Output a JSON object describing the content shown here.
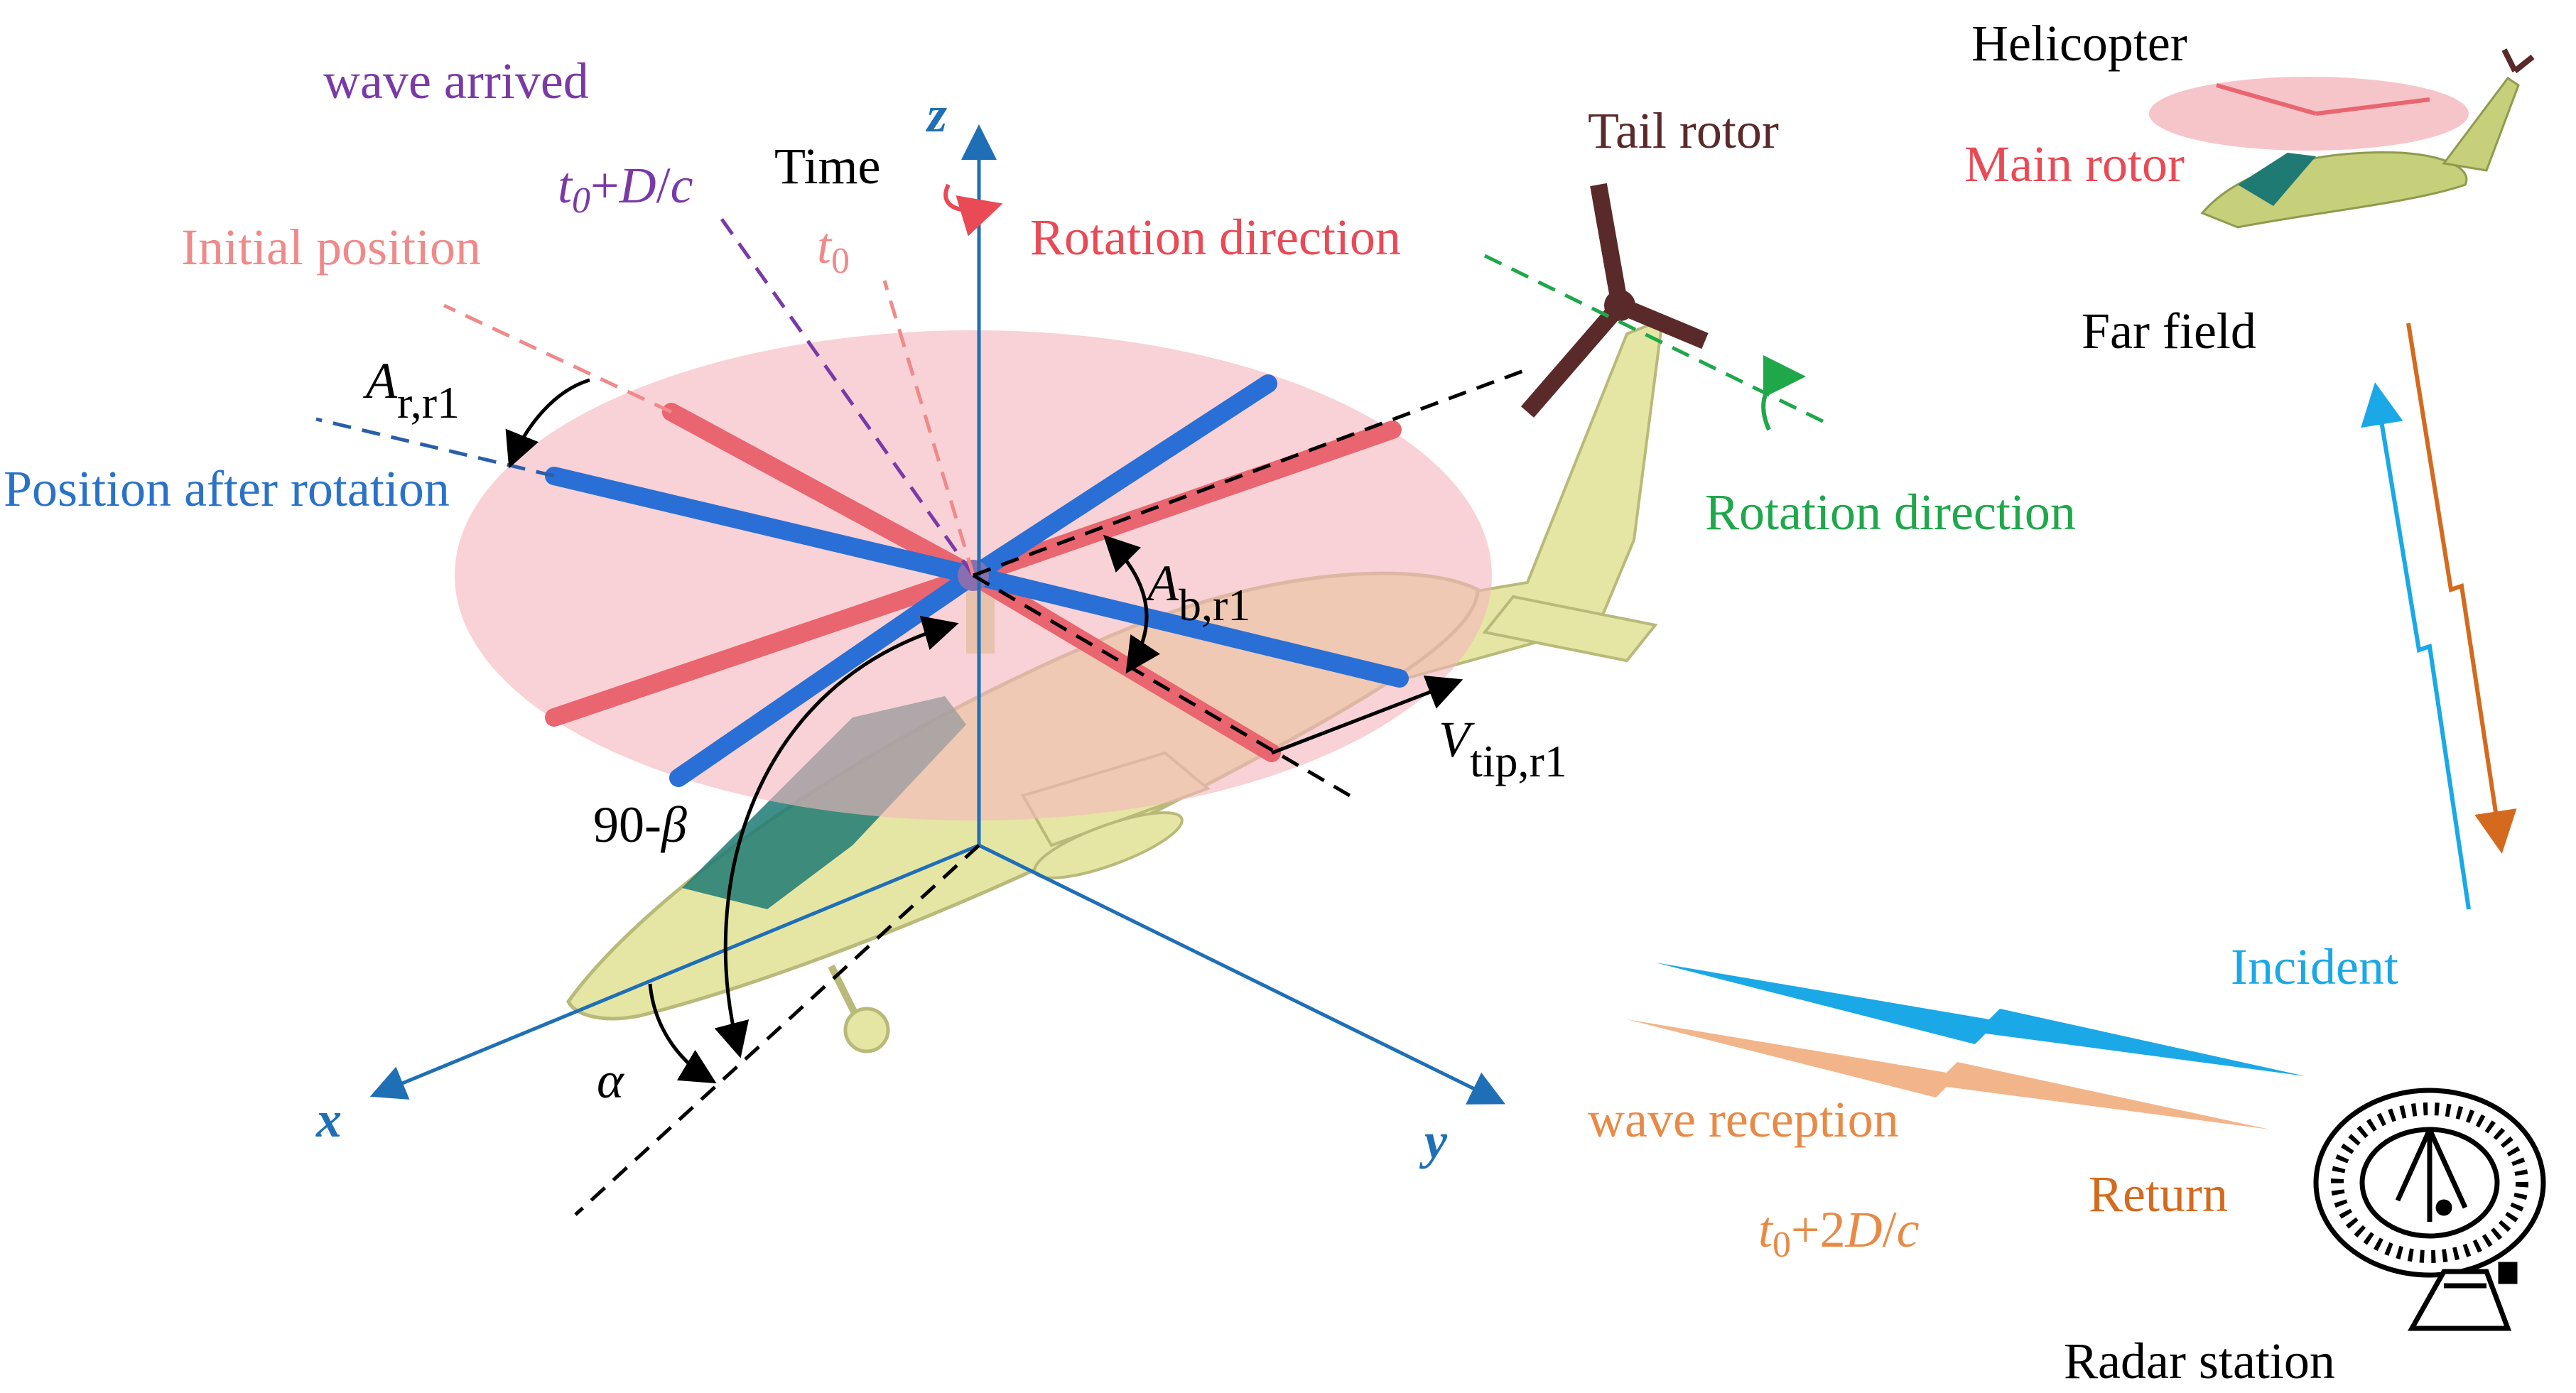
{
  "colors": {
    "rotor_disk": "#f4b7bd",
    "blade_initial": "#e9656f",
    "blade_rotated": "#2a6fd6",
    "axis": "#1f6fb6",
    "fuselage": "#e6e6a4",
    "canopy": "#1f7a74",
    "tail_rotor": "#5a2a2a",
    "green_label": "#1ea84a",
    "purple_label": "#7a3aa6",
    "pink_label": "#f08a8a",
    "red_label": "#e94a55",
    "blue_label": "#2a72c8",
    "incident": "#1aa8e6",
    "return": "#d36a1e",
    "reception": "#f2b58a"
  },
  "labels": {
    "wave_arrived": "wave arrived",
    "time": "Time",
    "t0_plus_Dc": {
      "t": "t",
      "sub": "0",
      "rest": "+",
      "D": "D",
      "slash": "/",
      "c": "c"
    },
    "t0": {
      "t": "t",
      "sub": "0"
    },
    "initial_position": "Initial position",
    "rotation_direction_main": "Rotation direction",
    "tail_rotor": "Tail rotor",
    "helicopter": "Helicopter",
    "main_rotor": "Main rotor",
    "far_field": "Far field",
    "rotation_direction_tail": "Rotation direction",
    "position_after_rotation": "Position after rotation",
    "A_r_r1": {
      "A": "A",
      "sub": "r,r1"
    },
    "A_b_r1": {
      "A": "A",
      "sub": "b,r1"
    },
    "V_tip_r1": {
      "V": "V",
      "sub": "tip,r1"
    },
    "beta_angle": {
      "base": "90-",
      "beta": "β"
    },
    "alpha": "α",
    "axis_x": "x",
    "axis_y": "y",
    "axis_z": "z",
    "incident": "Incident",
    "return": "Return",
    "wave_reception": "wave reception",
    "t0_plus_2Dc": {
      "t": "t",
      "sub": "0",
      "rest": "+2",
      "D": "D",
      "slash": "/",
      "c": "c"
    },
    "radar_station": "Radar station"
  }
}
